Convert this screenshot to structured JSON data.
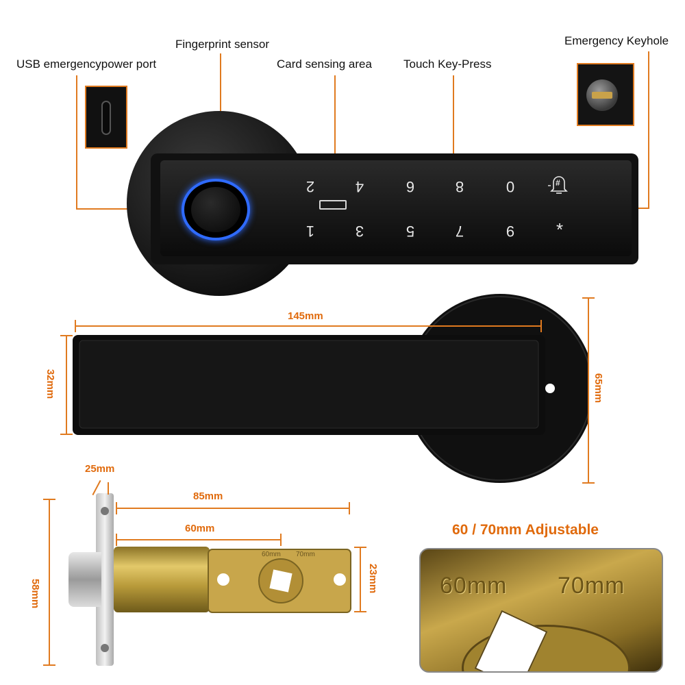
{
  "callouts": {
    "usb_port": "USB emergencypower port",
    "fingerprint": "Fingerprint sensor",
    "card_area": "Card sensing area",
    "touch_keys": "Touch Key-Press",
    "keyhole": "Emergency Keyhole"
  },
  "keypad": {
    "top_row": [
      "2",
      "4",
      "6",
      "8",
      "0"
    ],
    "bottom_row": [
      "1",
      "3",
      "5",
      "7",
      "9",
      "*"
    ],
    "doorbell_icon": "bell-hash-icon",
    "doorbell_symbol": "#"
  },
  "dimensions": {
    "handle_length": "145mm",
    "handle_height": "32mm",
    "rose_diameter": "65mm",
    "latch_faceplate": "25mm",
    "latch_85": "85mm",
    "latch_60": "60mm",
    "latch_height": "58mm",
    "latch_width": "23mm"
  },
  "latch_stamp": {
    "backset_60": "60mm",
    "backset_70": "70mm"
  },
  "adjustable": {
    "title": "60 / 70mm Adjustable",
    "zoom_60": "60mm",
    "zoom_70": "70mm"
  },
  "colors": {
    "accent": "#e06a0c",
    "lock_body": "#1a1a1a",
    "fingerprint_ring": "#2f6bff",
    "brass": "#b89a3a"
  }
}
